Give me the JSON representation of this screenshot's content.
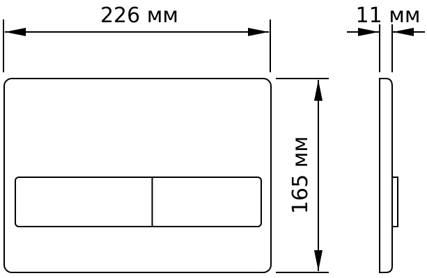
{
  "diagram": {
    "type": "technical-dimension-drawing",
    "subject": "flush plate (front and side views)",
    "stroke_color": "#000000",
    "background_color": "#ffffff",
    "dimensions": {
      "width": {
        "label": "226 мм",
        "value": 226,
        "unit": "мм"
      },
      "height": {
        "label": "165 мм",
        "value": 165,
        "unit": "мм"
      },
      "depth": {
        "label": "11 мм",
        "value": 11,
        "unit": "мм"
      }
    },
    "views": [
      {
        "name": "front",
        "elements": [
          "plate outline",
          "left button",
          "right button"
        ]
      },
      {
        "name": "side",
        "elements": [
          "plate profile",
          "button protrusion"
        ]
      }
    ]
  }
}
